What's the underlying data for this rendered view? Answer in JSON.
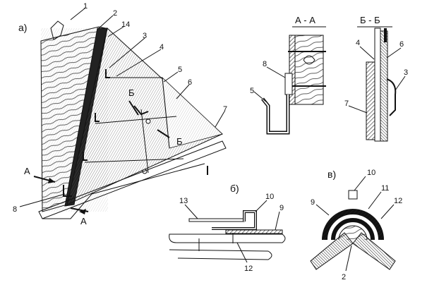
{
  "panels": {
    "a": "а)",
    "b": "б)",
    "v": "в)"
  },
  "sections": {
    "aa": "А - А",
    "bb": "Б - Б"
  },
  "markers": {
    "a_top": "А",
    "a_bottom": "А",
    "b_top": "Б",
    "b_bottom": "Б"
  },
  "callouts_a": [
    "1",
    "2",
    "14",
    "3",
    "4",
    "5",
    "6",
    "7",
    "8"
  ],
  "callouts_aa": [
    "8",
    "5"
  ],
  "callouts_bb": [
    "4",
    "6",
    "3",
    "7"
  ],
  "callouts_b": [
    "13",
    "10",
    "9",
    "12"
  ],
  "callouts_v": [
    "10",
    "11",
    "9",
    "12",
    "2"
  ]
}
